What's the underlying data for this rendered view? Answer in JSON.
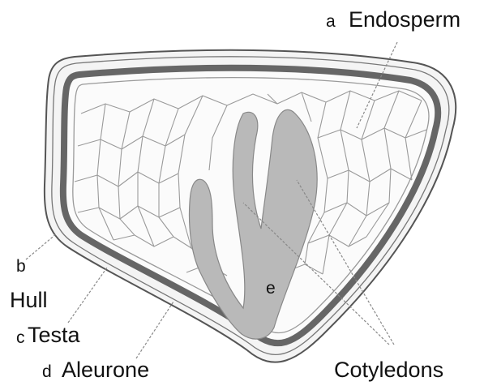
{
  "labels": {
    "a": {
      "letter": "a",
      "text": "Endosperm"
    },
    "b": {
      "letter": "b",
      "text": "Hull"
    },
    "c": {
      "letter": "c",
      "text": "Testa"
    },
    "d": {
      "letter": "d",
      "text": "Aleurone"
    },
    "e": {
      "letter": "e"
    },
    "cotyledons": {
      "text": "Cotyledons"
    }
  },
  "colors": {
    "hull_fill": "#f4f4f4",
    "testa_band": "#666666",
    "endosperm_cells": "#9a9a9a",
    "embryo_fill": "#b9b9b9",
    "leader_lines": "#888888"
  }
}
